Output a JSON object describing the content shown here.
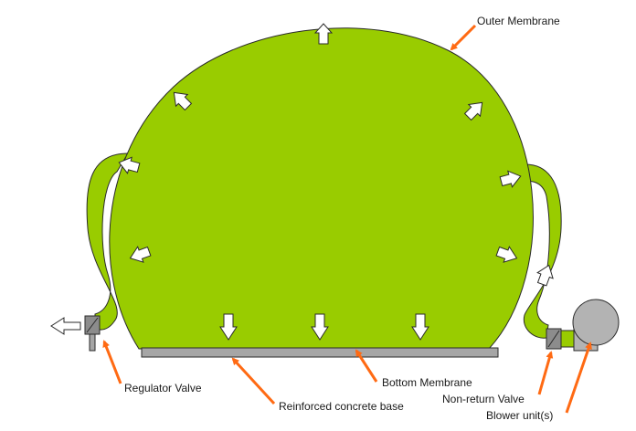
{
  "colors": {
    "membrane": "#99cc00",
    "outline": "#2a2a2a",
    "pointer": "#ff6a13",
    "base": "#a6a6a6",
    "valve": "#8c8c8c",
    "blower": "#b3b3b3"
  },
  "labels": {
    "outer_membrane": "Outer Membrane",
    "regulator_valve": "Regulator Valve",
    "reinforced_base": "Reinforced concrete base",
    "bottom_membrane": "Bottom Membrane",
    "non_return_valve": "Non-return Valve",
    "blower_units": "Blower unit(s)"
  }
}
